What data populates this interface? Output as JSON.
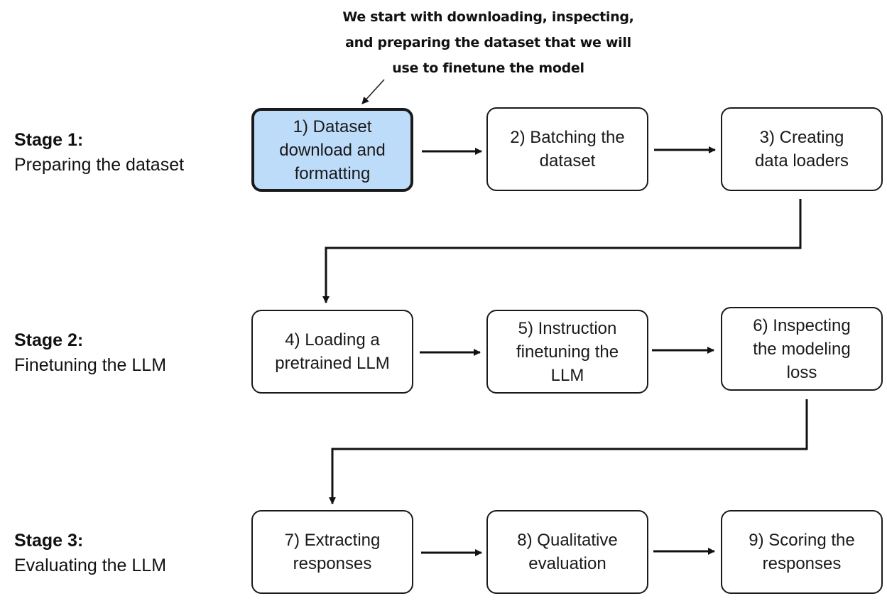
{
  "annotation": {
    "line1": "We start with downloading, inspecting,",
    "line2": "and preparing the dataset that we will",
    "line3": "use to finetune the model"
  },
  "stages": [
    {
      "title": "Stage 1:",
      "subtitle": "Preparing the dataset"
    },
    {
      "title": "Stage 2:",
      "subtitle": "Finetuning the LLM"
    },
    {
      "title": "Stage 3:",
      "subtitle": "Evaluating the LLM"
    }
  ],
  "steps": [
    {
      "line1": "1) Dataset",
      "line2": "download and",
      "line3": "formatting",
      "highlighted": true
    },
    {
      "line1": "2) Batching the",
      "line2": "dataset"
    },
    {
      "line1": "3) Creating",
      "line2": "data loaders"
    },
    {
      "line1": "4) Loading a",
      "line2": "pretrained LLM"
    },
    {
      "line1": "5) Instruction",
      "line2": "finetuning the",
      "line3": "LLM"
    },
    {
      "line1": "6) Inspecting",
      "line2": "the modeling",
      "line3": "loss"
    },
    {
      "line1": "7) Extracting",
      "line2": "responses"
    },
    {
      "line1": "8) Qualitative",
      "line2": "evaluation"
    },
    {
      "line1": "9) Scoring the",
      "line2": "responses"
    }
  ],
  "colors": {
    "highlight_fill": "#bcdcf9",
    "stroke": "#1a1a1a"
  }
}
